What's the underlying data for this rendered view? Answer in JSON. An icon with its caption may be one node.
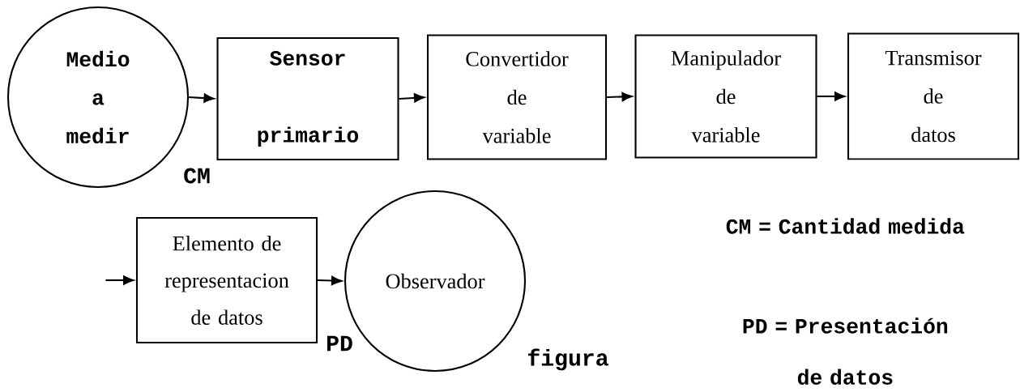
{
  "diagram": {
    "nodes": [
      {
        "text": [
          "Medio a medir"
        ]
      },
      {
        "text": [
          "Sensor primario"
        ]
      },
      {
        "text": [
          "Convertidor de variable"
        ]
      },
      {
        "text": [
          "Manipulador de variable"
        ]
      },
      {
        "text": [
          "Transmisor de datos"
        ]
      },
      {
        "text": [
          "Elemento de representacion de datos"
        ]
      },
      {
        "text": [
          "Observador"
        ]
      }
    ],
    "edges": [
      {
        "from": 0,
        "to": 1,
        "arrow": "to"
      },
      {
        "from": 1,
        "to": 2,
        "arrow": "to"
      },
      {
        "from": 2,
        "to": 3,
        "arrow": "to"
      },
      {
        "from": 3,
        "to": 4,
        "arrow": "to"
      },
      {
        "from": null,
        "to": 5,
        "arrow": "to"
      },
      {
        "from": 5,
        "to": 6,
        "arrow": "to"
      }
    ],
    "labels": [
      "CM",
      "CM = Cantidad medida",
      "PD",
      "PD = Presentación de datos",
      "figura"
    ]
  }
}
